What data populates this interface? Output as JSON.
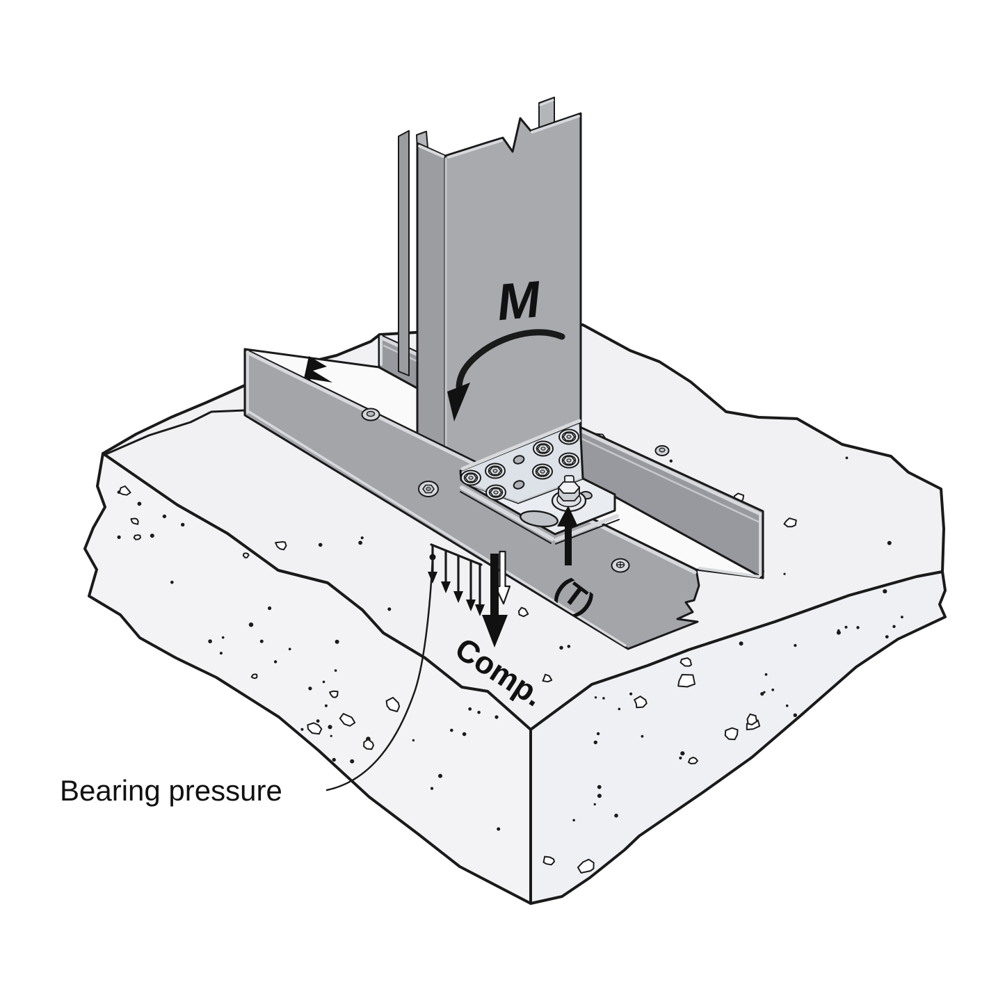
{
  "diagram": {
    "labels": {
      "moment": "M",
      "tension": "(T)",
      "compression": "Comp.",
      "bearing_pressure": "Bearing pressure"
    },
    "colors": {
      "background": "#ffffff",
      "outline": "#1a1a1a",
      "ink": "#111111",
      "concrete_top": "#f1f1f4",
      "concrete_left": "#f3f3f5",
      "concrete_right": "#eff0f3",
      "steel_flange": "#a3a5a9",
      "steel_back_flange": "#97999e",
      "steel_web": "#fafafb",
      "steel_edge_highlight": "#d8d9dc",
      "stud_web": "#a8aaae",
      "stud_flange": "#9b9da1",
      "stud_lip": "#9a9ca0",
      "bracket_face": "#dde2e8",
      "bracket_top_face": "#e9edf1",
      "hardware": "#e7eaed"
    }
  }
}
